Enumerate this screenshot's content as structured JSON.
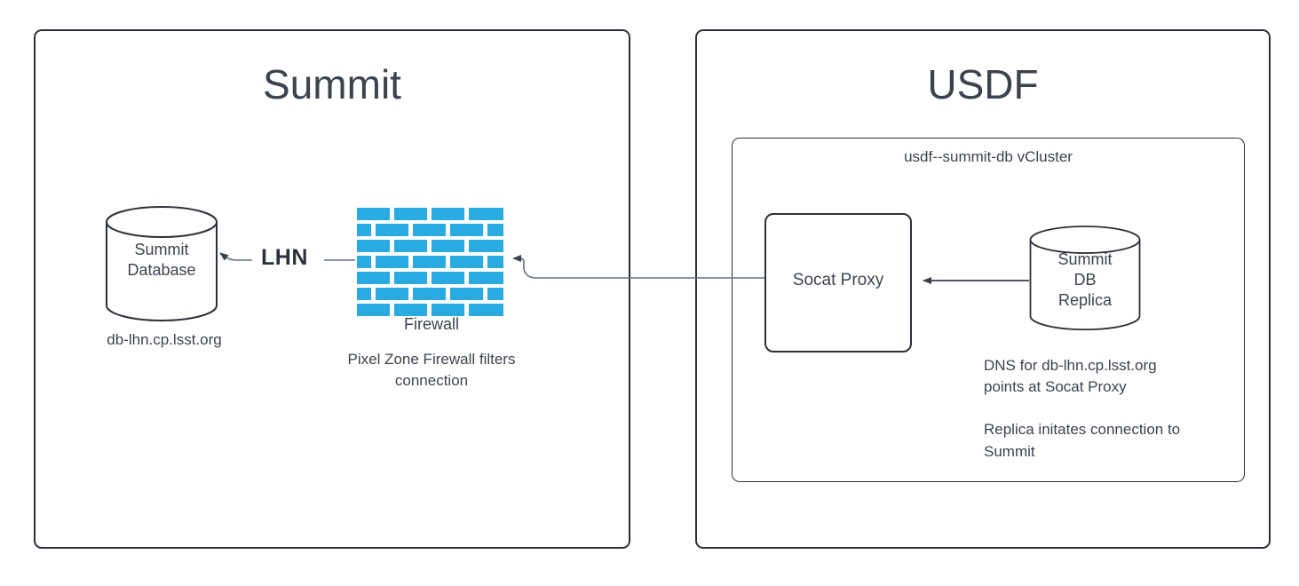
{
  "diagram": {
    "zones": [
      {
        "id": "summit",
        "title": "Summit"
      },
      {
        "id": "usdf",
        "title": "USDF"
      }
    ],
    "vcluster": {
      "label": "usdf--summit-db vCluster"
    },
    "nodes": {
      "summit_database": {
        "label": "Summit\nDatabase",
        "caption": "db-lhn.cp.lsst.org"
      },
      "firewall": {
        "label": "Firewall",
        "caption": "Pixel Zone Firewall filters\nconnection",
        "brick_color": "#29ABE2",
        "brick_rows": 7
      },
      "socat_proxy": {
        "label": "Socat Proxy"
      },
      "summit_db_replica": {
        "label": "Summit\nDB\nReplica",
        "caption": "DNS for db-lhn.cp.lsst.org\npoints at Socat Proxy\n\nReplica initates connection to\nSummit"
      }
    },
    "connectors": [
      {
        "id": "lhn-edge",
        "label": "LHN",
        "from": "firewall",
        "to": "summit_database"
      },
      {
        "id": "firewall-to-socat",
        "label": "",
        "from": "socat_proxy",
        "to": "firewall"
      },
      {
        "id": "replica-to-socat",
        "label": "",
        "from": "summit_db_replica",
        "to": "socat_proxy"
      }
    ],
    "colors": {
      "stroke": "#2c3038",
      "text": "#3d434d",
      "brick": "#29ABE2",
      "wire": "#67707d",
      "background": "#ffffff"
    }
  }
}
